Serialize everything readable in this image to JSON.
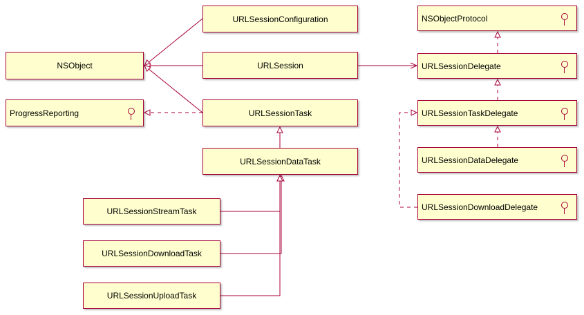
{
  "colors": {
    "node_fill": "#fefece",
    "node_border": "#a80036",
    "edge": "#a80036",
    "background": "#ffffff"
  },
  "diagram": {
    "type": "uml-class",
    "icons": {
      "interface_marker": "lollipop-icon"
    },
    "nodes": [
      {
        "id": "nsobject",
        "label": "NSObject",
        "kind": "class"
      },
      {
        "id": "config",
        "label": "URLSessionConfiguration",
        "kind": "class"
      },
      {
        "id": "session",
        "label": "URLSession",
        "kind": "class"
      },
      {
        "id": "task",
        "label": "URLSessionTask",
        "kind": "class"
      },
      {
        "id": "progress",
        "label": "ProgressReporting",
        "kind": "interface"
      },
      {
        "id": "datatask",
        "label": "URLSessionDataTask",
        "kind": "class"
      },
      {
        "id": "streamtask",
        "label": "URLSessionStreamTask",
        "kind": "class"
      },
      {
        "id": "downloadtask",
        "label": "URLSessionDownloadTask",
        "kind": "class"
      },
      {
        "id": "uploadtask",
        "label": "URLSessionUploadTask",
        "kind": "class"
      },
      {
        "id": "nsobjproto",
        "label": "NSObjectProtocol",
        "kind": "interface"
      },
      {
        "id": "delegate",
        "label": "URLSessionDelegate",
        "kind": "interface"
      },
      {
        "id": "taskdelegate",
        "label": "URLSessionTaskDelegate",
        "kind": "interface"
      },
      {
        "id": "datadelegate",
        "label": "URLSessionDataDelegate",
        "kind": "interface"
      },
      {
        "id": "downloaddelegate",
        "label": "URLSessionDownloadDelegate",
        "kind": "interface"
      }
    ],
    "edges": [
      {
        "from": "config",
        "to": "nsobject",
        "type": "inheritance"
      },
      {
        "from": "session",
        "to": "nsobject",
        "type": "inheritance"
      },
      {
        "from": "task",
        "to": "nsobject",
        "type": "inheritance"
      },
      {
        "from": "session",
        "to": "delegate",
        "type": "association"
      },
      {
        "from": "task",
        "to": "progress",
        "type": "realization"
      },
      {
        "from": "datatask",
        "to": "task",
        "type": "inheritance"
      },
      {
        "from": "streamtask",
        "to": "datatask",
        "type": "inheritance"
      },
      {
        "from": "downloadtask",
        "to": "datatask",
        "type": "inheritance"
      },
      {
        "from": "uploadtask",
        "to": "datatask",
        "type": "inheritance"
      },
      {
        "from": "delegate",
        "to": "nsobjproto",
        "type": "realization"
      },
      {
        "from": "taskdelegate",
        "to": "delegate",
        "type": "realization"
      },
      {
        "from": "datadelegate",
        "to": "taskdelegate",
        "type": "realization"
      },
      {
        "from": "downloaddelegate",
        "to": "taskdelegate",
        "type": "realization"
      }
    ]
  }
}
